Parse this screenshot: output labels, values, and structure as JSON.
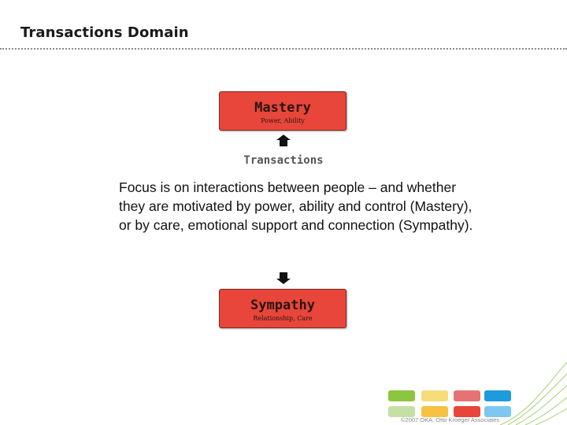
{
  "slide": {
    "title": "Transactions Domain"
  },
  "diagram": {
    "top_box": {
      "title": "Mastery",
      "subtitle": "Power, Ability"
    },
    "middle_label": "Transactions",
    "bottom_box": {
      "title": "Sympathy",
      "subtitle": "Relationship, Care"
    },
    "box_color": "#e8463a"
  },
  "body": {
    "text": "Focus is on interactions between people – and whether they are motivated by power, ability and control (Mastery), or by care, emotional support and connection (Sympathy)."
  },
  "footer": {
    "copyright": "©2007 OKA. Otto Kroeger Associates",
    "tile_colors": [
      "#8cc63f",
      "#f7dd7a",
      "#e57373",
      "#1e9be0",
      "#c5e0a5",
      "#f5c242",
      "#e8463a",
      "#7cc8f0"
    ]
  }
}
